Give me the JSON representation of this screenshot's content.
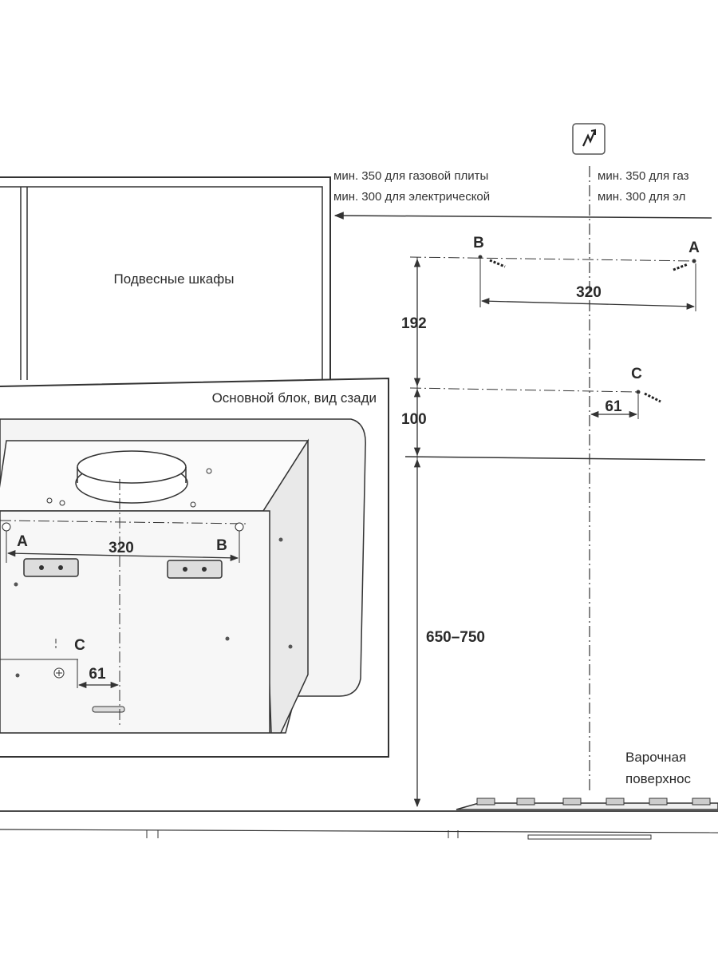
{
  "warning_icon": "electric-warning-icon",
  "notes": {
    "gas_left": "мин. 350 для газовой плиты",
    "electric_left": "мин. 300 для электрической",
    "gas_right": "мин. 350 для газ",
    "electric_right": "мин. 300 для эл"
  },
  "cabinets_label": "Подвесные шкафы",
  "rear_view_title": "Основной блок, вид сзади",
  "points": {
    "a": "A",
    "b": "B",
    "c": "C"
  },
  "dimensions": {
    "top_width": "320",
    "height_top": "192",
    "height_mid": "100",
    "offset_c": "61",
    "mount_height": "650–750",
    "rear_width": "320",
    "rear_offset_c": "61"
  },
  "hob_label_line1": "Варочная",
  "hob_label_line2": "поверхнос"
}
